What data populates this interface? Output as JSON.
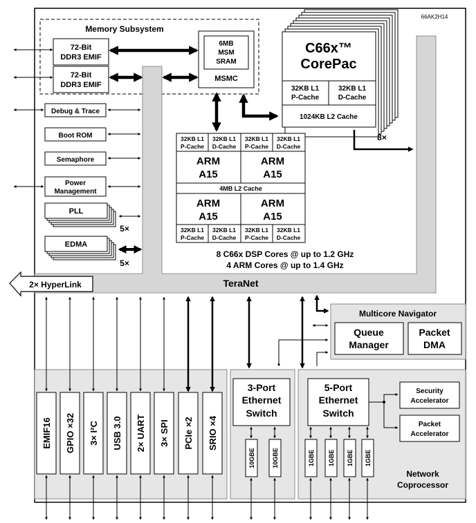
{
  "part_number": "66AK2H14",
  "memory_subsystem": {
    "title": "Memory Subsystem",
    "emif_top": [
      "72-Bit",
      "DDR3 EMIF"
    ],
    "emif_bottom": [
      "72-Bit",
      "DDR3 EMIF"
    ],
    "msm_sram": [
      "6MB",
      "MSM",
      "SRAM"
    ],
    "msmc": "MSMC"
  },
  "corepac": {
    "title": [
      "C66x™",
      "CorePac"
    ],
    "l1p": [
      "32KB L1",
      "P-Cache"
    ],
    "l1d": [
      "32KB L1",
      "D-Cache"
    ],
    "l2": "1024KB L2 Cache",
    "count": "8×"
  },
  "left_peripherals": {
    "debug": "Debug & Trace",
    "boot_rom": "Boot ROM",
    "semaphore": "Semaphore",
    "power": [
      "Power",
      "Management"
    ],
    "pll": "PLL",
    "pll_count": "5×",
    "edma": "EDMA",
    "edma_count": "5×"
  },
  "arm_cluster": {
    "l1p": [
      "32KB L1",
      "P-Cache"
    ],
    "l1d": [
      "32KB L1",
      "D-Cache"
    ],
    "core": [
      "ARM",
      "A15"
    ],
    "l2": "4MB L2 Cache"
  },
  "summary": [
    "8 C66x DSP Cores @ up to 1.2 GHz",
    "4 ARM Cores @ up to 1.4 GHz"
  ],
  "hyperlink": "2× HyperLink",
  "teranet": "TeraNet",
  "multicore_navigator": {
    "title": "Multicore Navigator",
    "queue_manager": [
      "Queue",
      "Manager"
    ],
    "packet_dma": [
      "Packet",
      "DMA"
    ]
  },
  "io_peripherals": [
    "EMIF16",
    "GPIO ×32",
    "3× I²C",
    "USB 3.0",
    "2× UART",
    "3× SPI",
    "PCIe ×2",
    "SRIO ×4"
  ],
  "switch3": {
    "title": [
      "3-Port",
      "Ethernet",
      "Switch"
    ],
    "ports": [
      "10GBE",
      "10GBE"
    ]
  },
  "switch5": {
    "title": [
      "5-Port",
      "Ethernet",
      "Switch"
    ],
    "ports": [
      "1GBE",
      "1GBE",
      "1GBE",
      "1GBE"
    ]
  },
  "security_accelerator": [
    "Security",
    "Accelerator"
  ],
  "packet_accelerator": [
    "Packet",
    "Accelerator"
  ],
  "network_coprocessor": [
    "Network",
    "Coprocessor"
  ]
}
